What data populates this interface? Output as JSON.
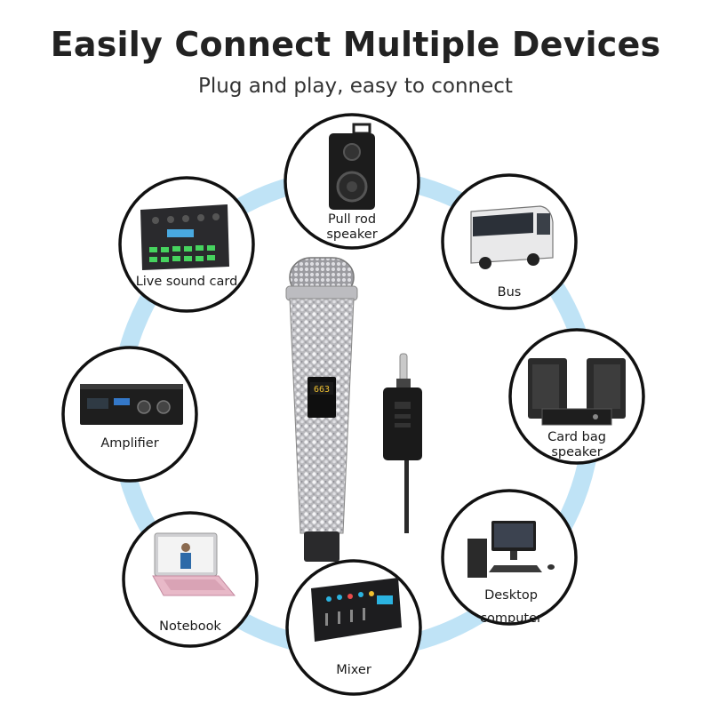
{
  "header": {
    "title": "Easily Connect Multiple Devices",
    "subtitle": "Plug and play, easy to connect"
  },
  "devices": [
    {
      "id": "pull-rod-speaker",
      "line1": "Pull rod",
      "line2": "speaker",
      "icon": "speaker-icon"
    },
    {
      "id": "bus",
      "line1": "Bus",
      "line2": "",
      "icon": "bus-icon"
    },
    {
      "id": "card-bag-speaker",
      "line1": "Card bag",
      "line2": "speaker",
      "icon": "speaker-pair-icon"
    },
    {
      "id": "desktop-computer",
      "line1": "Desktop",
      "line2": "computer",
      "icon": "desktop-icon"
    },
    {
      "id": "mixer",
      "line1": "Mixer",
      "line2": "",
      "icon": "mixer-icon"
    },
    {
      "id": "notebook",
      "line1": "Notebook",
      "line2": "",
      "icon": "laptop-icon"
    },
    {
      "id": "amplifier",
      "line1": "Amplifier",
      "line2": "",
      "icon": "amplifier-icon"
    },
    {
      "id": "live-sound-card",
      "line1": "Live sound card",
      "line2": "",
      "icon": "sound-card-icon"
    }
  ],
  "center": {
    "microphone_icon": "microphone-icon",
    "receiver_icon": "receiver-icon",
    "display_readout": "663"
  },
  "colors": {
    "ring": "#bfe3f6",
    "circle_border": "#111111",
    "title": "#222222"
  }
}
